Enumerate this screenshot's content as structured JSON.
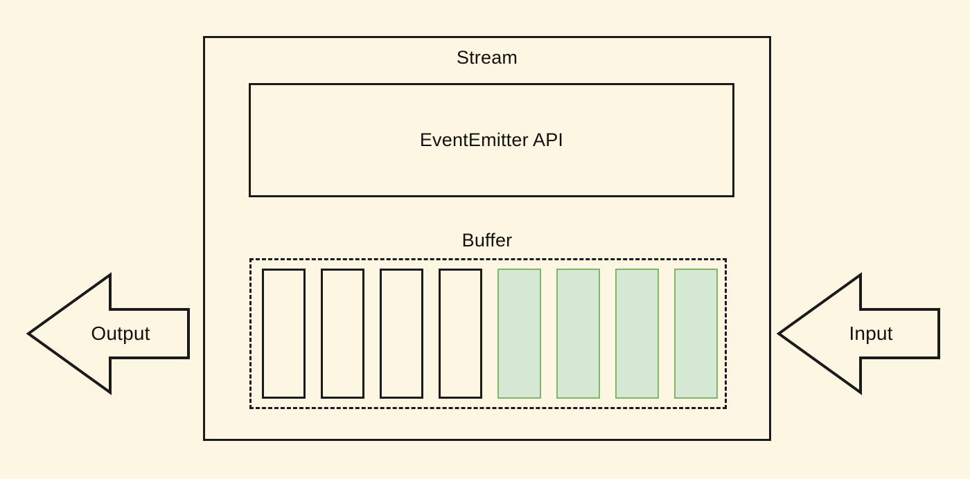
{
  "diagram": {
    "background_color": "#fdf6e3",
    "stroke_color": "#1a1a1a",
    "accent_fill": "#d5e8d4",
    "accent_stroke": "#82b366",
    "stream": {
      "title": "Stream",
      "emitter": {
        "label": "EventEmitter API"
      },
      "buffer": {
        "title": "Buffer",
        "cells": [
          {
            "state": "empty"
          },
          {
            "state": "empty"
          },
          {
            "state": "empty"
          },
          {
            "state": "empty"
          },
          {
            "state": "filled"
          },
          {
            "state": "filled"
          },
          {
            "state": "filled"
          },
          {
            "state": "filled"
          }
        ]
      }
    },
    "arrows": {
      "output": {
        "label": "Output",
        "direction": "left",
        "icon": "arrow-left-icon"
      },
      "input": {
        "label": "Input",
        "direction": "left",
        "icon": "arrow-left-icon"
      }
    }
  }
}
